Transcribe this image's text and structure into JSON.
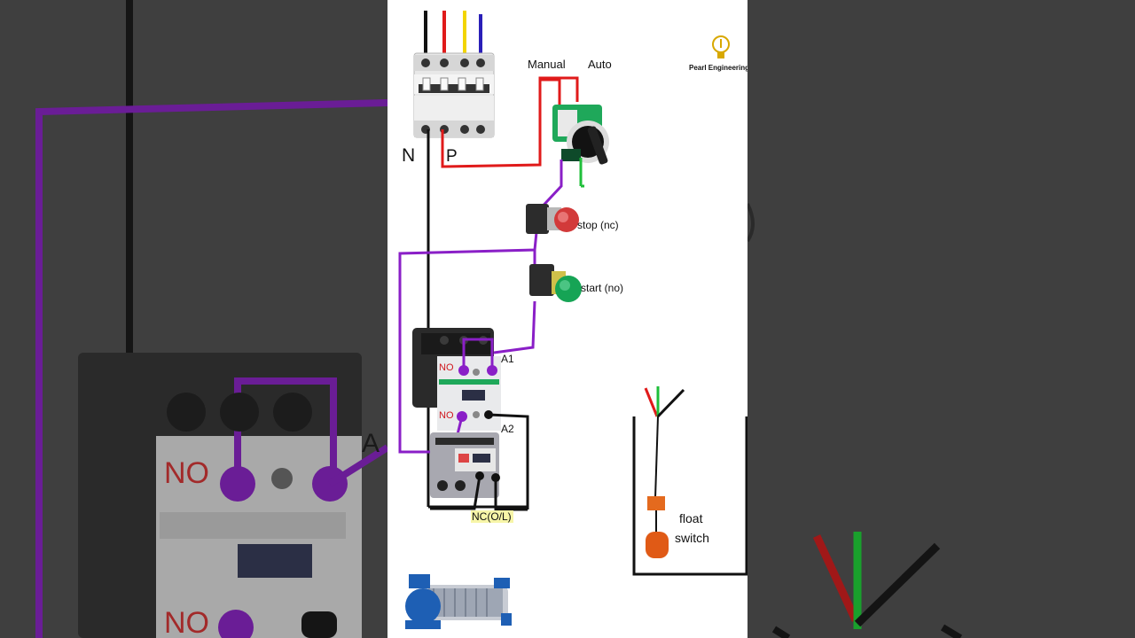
{
  "brand": {
    "name": "Pearl Engineering",
    "icon": "lightbulb-icon"
  },
  "labels": {
    "neutral": "N",
    "phase": "P",
    "manual": "Manual",
    "auto": "Auto",
    "stop": "stop (nc)",
    "start": "start (no)",
    "a1": "A1",
    "a2": "A2",
    "no_top": "NO",
    "no_bottom": "NO",
    "nc_ol": "NC(O/L)",
    "float_line1": "float",
    "float_line2": "switch"
  },
  "background_labels": {
    "no_top": "NO",
    "no_bottom": "NO",
    "a1_partial": "A"
  },
  "colors": {
    "phase_wire": "#e01a1a",
    "neutral_wire": "#111111",
    "control_wire": "#8a1fc7",
    "yellow_wire": "#f2d500",
    "blue_wire": "#2a1fb8",
    "green_wire": "#1fbf3a",
    "no_label": "#d0181e",
    "nc_highlight": "#f7f5a8"
  }
}
